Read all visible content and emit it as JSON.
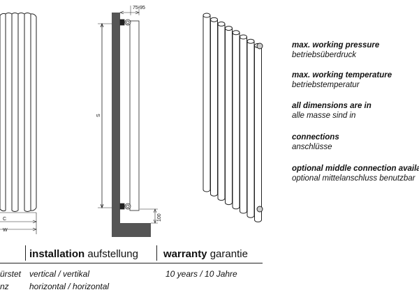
{
  "specs": [
    {
      "en": "max. working pressure",
      "de": "betriebsüberdruck"
    },
    {
      "en": "max. working temperature",
      "de": "betriebstemperatur"
    },
    {
      "en": "all dimensions are in",
      "de": "alle masse sind in"
    },
    {
      "en": "connections",
      "de": "anschlüsse"
    },
    {
      "en": "optional middle connection available",
      "de": "optional mittelanschluss benutzbar"
    }
  ],
  "table": {
    "installation_header_en": "installation",
    "installation_header_de": "aufstellung",
    "warranty_header_en": "warranty",
    "warranty_header_de": "garantie",
    "row1_left": "ürstet",
    "row2_left": "nz",
    "installation_values": [
      "vertical / vertikal",
      "horizontal / horizontal"
    ],
    "warranty_value": "10 years / 10 Jahre"
  },
  "dimensions": {
    "c": "C",
    "w": "W",
    "s": "S",
    "wall_gap": "75-95",
    "bottom_clearance": "100"
  },
  "colors": {
    "line": "#222222",
    "wall": "#555555"
  }
}
